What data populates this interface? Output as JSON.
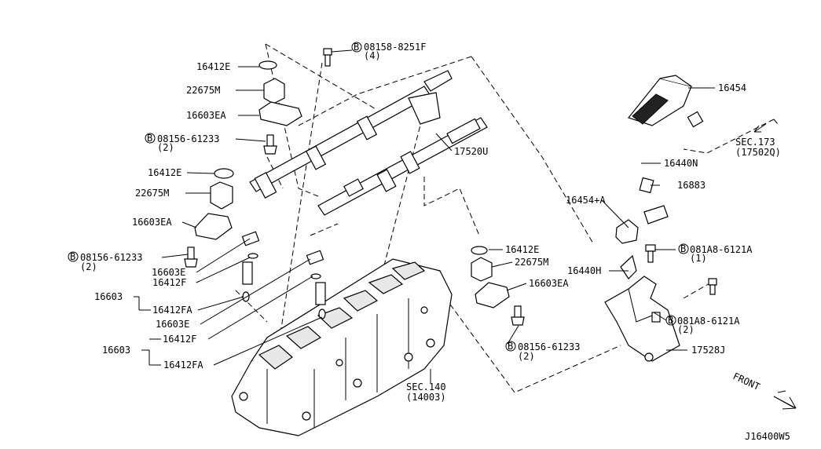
{
  "diagram_code": "J16400W5",
  "front_label": "FRONT",
  "callouts": {
    "c1": "16412E",
    "c2": "22675M",
    "c3": "16603EA",
    "c4": "08156-61233",
    "c4q": "(2)",
    "c5": "16412E",
    "c6": "22675M",
    "c7": "16603EA",
    "c8": "08156-61233",
    "c8q": "(2)",
    "c9": "16603E",
    "c10": "16412F",
    "c11": "16603",
    "c12": "16412FA",
    "c13": "16603E",
    "c14": "16412F",
    "c15": "16603",
    "c16": "16412FA",
    "c17": "08158-8251F",
    "c17q": "(4)",
    "c18": "17520U",
    "c19": "16454",
    "c20": "SEC.173",
    "c20b": "(17502Q)",
    "c21": "16440N",
    "c22": "16883",
    "c23": "16454+A",
    "c24": "081A8-6121A",
    "c24q": "(1)",
    "c25": "16440H",
    "c26": "081A8-6121A",
    "c26q": "(2)",
    "c27": "17528J",
    "c28": "16412E",
    "c29": "22675M",
    "c30": "16603EA",
    "c31": "08156-61233",
    "c31q": "(2)",
    "c32": "SEC.140",
    "c32b": "(14003)"
  },
  "bolt_marker": "B"
}
